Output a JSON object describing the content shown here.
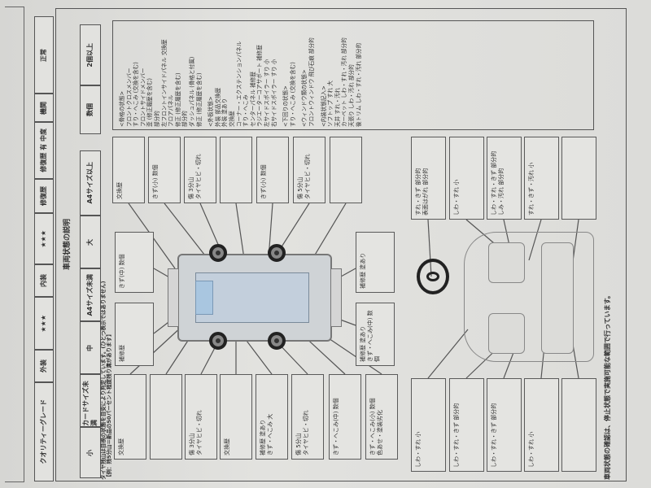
{
  "header": {
    "cells": [
      "クオリティーグレード",
      "外装",
      "★★★",
      "内装",
      "★★★",
      "修復歴",
      "修復歴 有 中度",
      "機関",
      "正常"
    ]
  },
  "title": "車両状態の説明",
  "legend": {
    "sizes": [
      "小",
      "カードサイズ未満",
      "中",
      "A4サイズ未満",
      "大",
      "A4サイズ以上"
    ],
    "counts": [
      "数個",
      "2個以上"
    ]
  },
  "tire_note": "タイヤ残山は目視の状態を目安により判定しています。(ひとつ表示ではありません)\n【例：残5分山＝新品の50パーセント程度残り溝があります】",
  "description_lines": [
    "<骨格の状態>",
    "フロントクロスメンバー",
    "すり・へこみ (交換を含む)",
    "フロントサイドメンバー",
    "歪 (修正履歴を含む)",
    "部分的",
    "左フロントインサイドパネル 交換歴",
    "フロアパネル",
    "修正 (修正履歴を含む)",
    "部分的",
    "ダッシュパネル (骨格と付属)",
    "修正 (修正履歴を含む)",
    "<外板状態>",
    "外装 部品交換歴",
    "外装 塗あり",
    "交換歴",
    "コーナー・エクステンションパネル",
    "すり・へこみ",
    "センターパネル 補修歴",
    "ラジエーターコアサポート 補修歴",
    "左サイドスポイラー すり 小",
    "右サイドスポイラー すり 小",
    "<下回りの状態>",
    "すり・へこみ (交換を含む)",
    "<ウィンドウ類の状態>",
    "フロントウィンドウ 飛び石痕 部分的",
    "<内装状態記入>",
    "ソフトップ すれ 大",
    "天井 すれ・汚れ",
    "カーペット しわ・すれ・汚れ 部分的",
    "天張り しわ・汚れ 部分的",
    "後トリム しわ・すれ・汚れ 部分的"
  ],
  "exterior_top": [
    "交換歴",
    "きず(小) 数個",
    "傷 3分山\nタイヤヒビ・切れ",
    "",
    "きず(小) 数個",
    "傷 5分山\nタイヤヒビ・切れ",
    ""
  ],
  "exterior_left": [
    "きず(中) 数個",
    "補修歴"
  ],
  "exterior_right": [
    "補修歴 塗あり",
    "補修歴 塗あり\nきず・へこみ(中) 数個"
  ],
  "exterior_bottom": [
    "交換歴",
    "",
    "傷 3分山\nタイヤヒビ・切れ",
    "交換歴",
    "補修歴 塗あり\nきず・へこみ 大",
    "傷 5分山\nタイヤヒビ・切れ",
    "きず・へこみ(中) 数個",
    "きず・へこみ(小) 数個\n色あせ・塗装劣化"
  ],
  "interior_top": [
    "すれ・きず 部分的\n表面はがれ 部分的",
    "しわ・すれ 小",
    "しわ・すれ・きず 部分的\nしみ・汚れ 部分的",
    "すれ・きず・汚れ 小",
    ""
  ],
  "interior_bottom": [
    "しわ・すれ 小",
    "しわ・すれ・きず 部分的",
    "しわ・すれ・きず 部分的",
    "しわ・すれ 小",
    ""
  ],
  "footer_note": "車両状態の確認は、停止状態で実施可能な範囲で行っています。"
}
